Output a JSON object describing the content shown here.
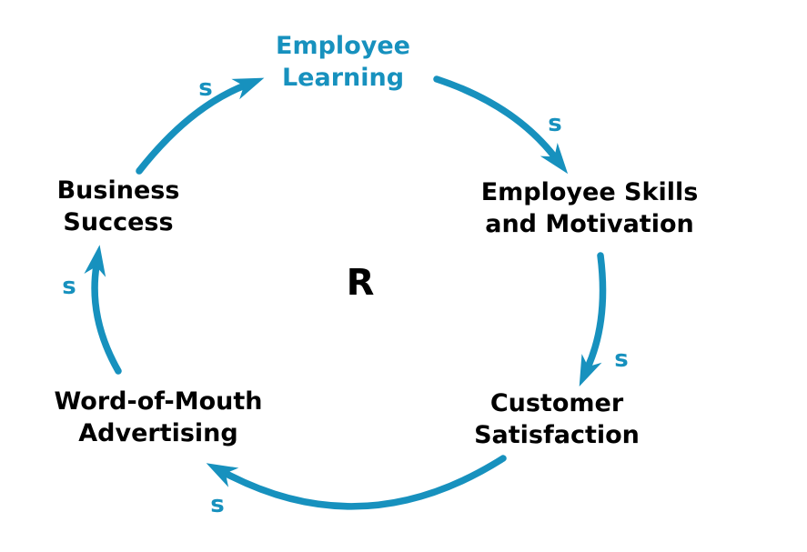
{
  "diagram": {
    "type": "causal-loop-diagram",
    "loop": {
      "label": "R",
      "meaning": "reinforcing loop"
    },
    "colors": {
      "accent": "#1791BE",
      "text": "#000000",
      "background": "#FFFFFF"
    },
    "nodes": [
      {
        "id": "employee-learning",
        "label": "Employee\nLearning",
        "emphasis": "accent"
      },
      {
        "id": "employee-skills-and-motivation",
        "label": "Employee Skills\nand Motivation",
        "emphasis": "text"
      },
      {
        "id": "customer-satisfaction",
        "label": "Customer\nSatisfaction",
        "emphasis": "text"
      },
      {
        "id": "word-of-mouth-advertising",
        "label": "Word-of-Mouth\nAdvertising",
        "emphasis": "text"
      },
      {
        "id": "business-success",
        "label": "Business\nSuccess",
        "emphasis": "text"
      }
    ],
    "edges": [
      {
        "from": "employee-learning",
        "to": "employee-skills-and-motivation",
        "polarity": "s"
      },
      {
        "from": "employee-skills-and-motivation",
        "to": "customer-satisfaction",
        "polarity": "s"
      },
      {
        "from": "customer-satisfaction",
        "to": "word-of-mouth-advertising",
        "polarity": "s"
      },
      {
        "from": "word-of-mouth-advertising",
        "to": "business-success",
        "polarity": "s"
      },
      {
        "from": "business-success",
        "to": "employee-learning",
        "polarity": "s"
      }
    ]
  }
}
